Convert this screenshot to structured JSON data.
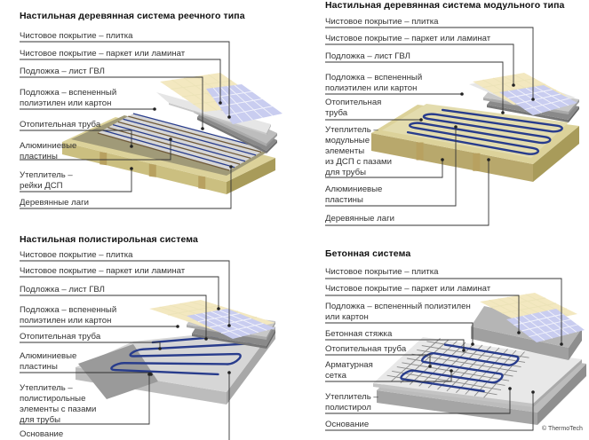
{
  "credit": "© ThermoTech",
  "colors": {
    "tile": "#c9cdf0",
    "tile_grid": "#f2f3fb",
    "parquet": "#f3e8c0",
    "gvl": "#d2d2d2",
    "foam": "#bdbdbd",
    "pipe": "#283c8c",
    "insulation_wood": "#dcd29a",
    "joist": "#b8a160",
    "base": "#cfcfcf",
    "leader": "#333333"
  },
  "panels": [
    {
      "title": "Настильная деревянная система реечного типа",
      "labels": [
        "Чистовое покрытие – плитка",
        "Чистовое покрытие – паркет или ламинат",
        "Подложка – лист ГВЛ",
        "Подложка – вспененный\nполиэтилен или картон",
        "Отопительная труба",
        "Алюминиевые\nпластины",
        "Утеплитель –\nрейки ДСП",
        "Деревянные лаги"
      ]
    },
    {
      "title": "Настильная деревянная система модульного типа",
      "labels": [
        "Чистовое покрытие – плитка",
        "Чистовое покрытие – паркет или ламинат",
        "Подложка – лист ГВЛ",
        "Подложка – вспененный\nполиэтилен или картон",
        "Отопительная\nтруба",
        "Утеплитель –\nмодульные\nэлементы\nиз ДСП с пазами\nдля трубы",
        "Алюминиевые\nпластины",
        "Деревянные лаги"
      ]
    },
    {
      "title": "Настильная полистирольная система",
      "labels": [
        "Чистовое покрытие – плитка",
        "Чистовое покрытие – паркет или ламинат",
        "Подложка – лист ГВЛ",
        "Подложка – вспененный\nполиэтилен или картон",
        "Отопительная труба",
        "Алюминиевые\nпластины",
        "Утеплитель –\nполистирольные\nэлементы с пазами\nдля трубы",
        "Основание"
      ]
    },
    {
      "title": "Бетонная система",
      "labels": [
        "Чистовое покрытие – плитка",
        "Чистовое покрытие – паркет или ламинат",
        "Подложка – вспененный полиэтилен\nили картон",
        "Бетонная стяжка",
        "Отопительная труба",
        "Арматурная\nсетка",
        "Утеплитель –\nполистирол",
        "Основание"
      ]
    }
  ]
}
